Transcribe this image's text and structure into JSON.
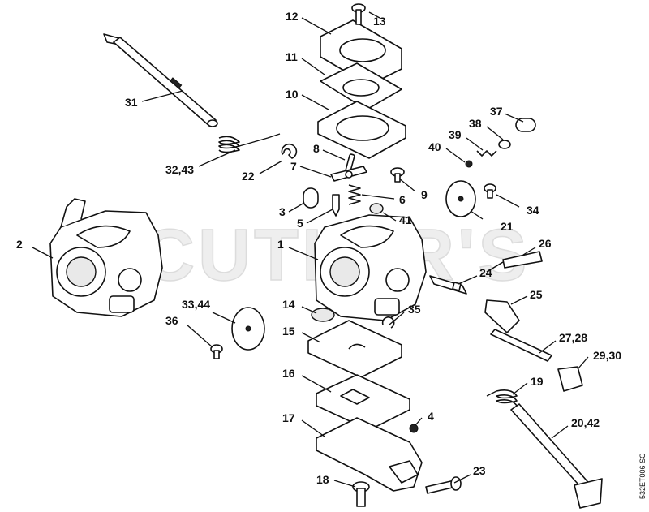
{
  "watermark": "CUTLER'S",
  "drawing_code": "532ET006 SC",
  "callouts": {
    "c1": "1",
    "c2": "2",
    "c3": "3",
    "c4": "4",
    "c5": "5",
    "c6": "6",
    "c7": "7",
    "c8": "8",
    "c9": "9",
    "c10": "10",
    "c11": "11",
    "c12": "12",
    "c13": "13",
    "c14": "14",
    "c15": "15",
    "c16": "16",
    "c17": "17",
    "c18": "18",
    "c19": "19",
    "c20_42": "20,42",
    "c21": "21",
    "c22": "22",
    "c23": "23",
    "c24": "24",
    "c25": "25",
    "c26": "26",
    "c27_28": "27,28",
    "c29_30": "29,30",
    "c31": "31",
    "c32_43": "32,43",
    "c33_44": "33,44",
    "c34": "34",
    "c35": "35",
    "c36": "36",
    "c37": "37",
    "c38": "38",
    "c39": "39",
    "c40": "40",
    "c41": "41"
  }
}
